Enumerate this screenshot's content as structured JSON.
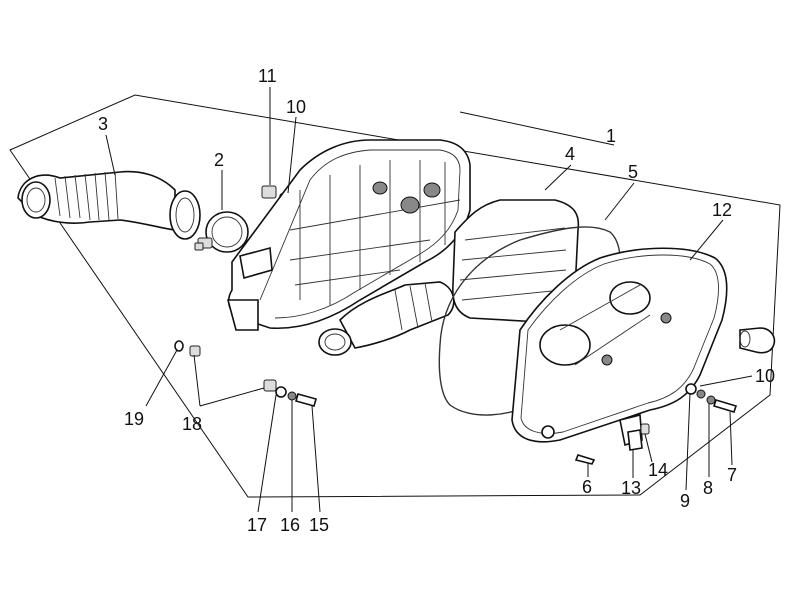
{
  "diagram": {
    "labels": [
      {
        "id": "1",
        "text": "1"
      },
      {
        "id": "2",
        "text": "2"
      },
      {
        "id": "3",
        "text": "3"
      },
      {
        "id": "4",
        "text": "4"
      },
      {
        "id": "5",
        "text": "5"
      },
      {
        "id": "6",
        "text": "6"
      },
      {
        "id": "7",
        "text": "7"
      },
      {
        "id": "8",
        "text": "8"
      },
      {
        "id": "9",
        "text": "9"
      },
      {
        "id": "10a",
        "text": "10"
      },
      {
        "id": "10b",
        "text": "10"
      },
      {
        "id": "11",
        "text": "11"
      },
      {
        "id": "12",
        "text": "12"
      },
      {
        "id": "13",
        "text": "13"
      },
      {
        "id": "14",
        "text": "14"
      },
      {
        "id": "15",
        "text": "15"
      },
      {
        "id": "16",
        "text": "16"
      },
      {
        "id": "17",
        "text": "17"
      },
      {
        "id": "18",
        "text": "18"
      },
      {
        "id": "19",
        "text": "19"
      }
    ]
  }
}
